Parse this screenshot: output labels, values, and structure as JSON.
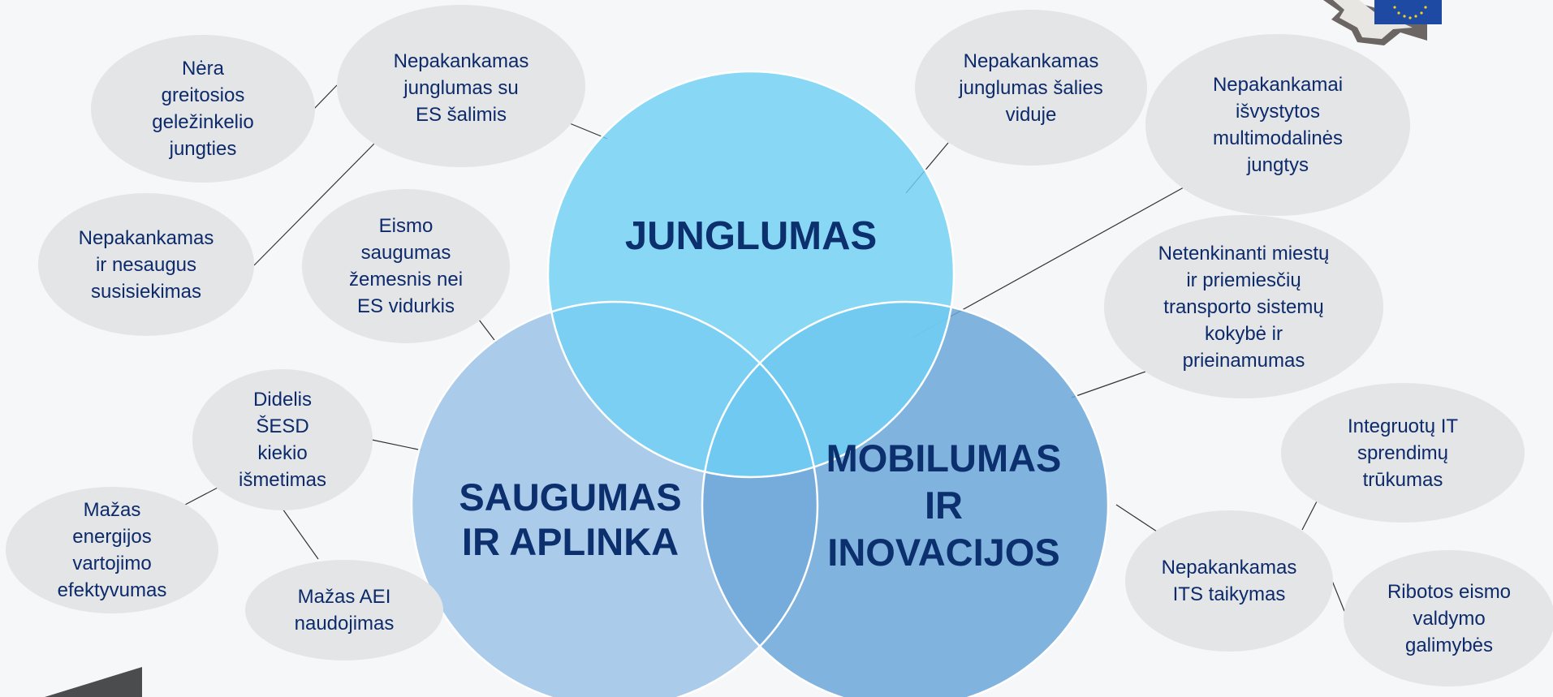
{
  "circles": {
    "junglumas": "JUNGLUMAS",
    "saugumas": "SAUGUMAS\nIR APLINKA",
    "mobilumas": "MOBILUMAS\nIR\nINOVACIJOS"
  },
  "nodes": {
    "nera_greitosios": "Nėra\ngreitosios\ngeležinkelio\njungties",
    "nepakankamas_es": "Nepakankamas\njunglumas su\nES šalimis",
    "nepakankamas_saugus": "Nepakankamas\nir nesaugus\nsusisiekimas",
    "eismo_saugumas": "Eismo\nsaugumas\nžemesnis nei\nES vidurkis",
    "junglumas_salies": "Nepakankamas\njunglumas šalies\nviduje",
    "multimodalines": "Nepakankamai\nišvystytos\nmultimodalinės\njungtys",
    "miestu_sistemos": "Netenkinanti miestų\nir priemiesčių\ntransporto sistemų\nkokybė ir\nprieinamumas",
    "sesd": "Didelis\nŠESD\nkiekio\nišmetimas",
    "energijos": "Mažas\nenergijos\nvartojimo\nefektyvumas",
    "aei": "Mažas AEI\nnaudojimas",
    "it_sprendimu": "Integruotų IT\nsprendimų\ntrūkumas",
    "its_taikymas": "Nepakankamas\nITS taikymas",
    "eismo_valdymo": "Ribotos eismo\nvaldymo\ngalimybės"
  },
  "colors": {
    "background": "#f6f7f9",
    "junglumas_circle": "#6fd0f4",
    "saugumas_circle": "#a7c8e9",
    "mobilumas_circle": "#7ab3df",
    "node_fill": "#e4e5e6",
    "text_dark": "#0d2a6b",
    "connector": "#333333"
  }
}
